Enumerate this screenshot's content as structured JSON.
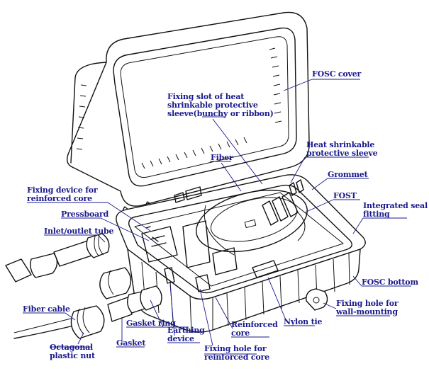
{
  "labels": {
    "fosc_cover": "FOSC cover",
    "fixing_slot_l1": "Fixing slot of heat",
    "fixing_slot_l2": "shrinkable protective",
    "fixing_slot_l3": "sleeve(bunchy or ribbon)",
    "heat_sleeve_l1": "Heat shrinkable",
    "heat_sleeve_l2": "protective sleeve",
    "fiber": "Fiber",
    "grommet": "Grommet",
    "fost": "FOST",
    "seal_l1": "Integrated seal",
    "seal_l2": "fitting",
    "fixing_device_l1": "Fixing device for",
    "fixing_device_l2": "reinforced core",
    "pressboard": "Pressboard",
    "inlet_tube": "Inlet/outlet tube",
    "fosc_bottom": "FOSC bottom",
    "wall_l1": "Fixing hole for",
    "wall_l2": "wall-mounting",
    "fiber_cable": "Fiber cable",
    "gasket_ring": "Gasket ring",
    "reinforced_l1": "Reinforced",
    "reinforced_l2": "core",
    "nylon_tie": "Nylon tie",
    "earthing_l1": "Earthing",
    "earthing_l2": "device",
    "gasket": "Gasket",
    "octagonal_l1": "Octagonal",
    "octagonal_l2": "plastic nut",
    "fixhole_core_l1": "Fixing hole for",
    "fixhole_core_l2": "reinforced core"
  },
  "colors": {
    "label": "#1a1a8c",
    "line_art": "#111111"
  }
}
